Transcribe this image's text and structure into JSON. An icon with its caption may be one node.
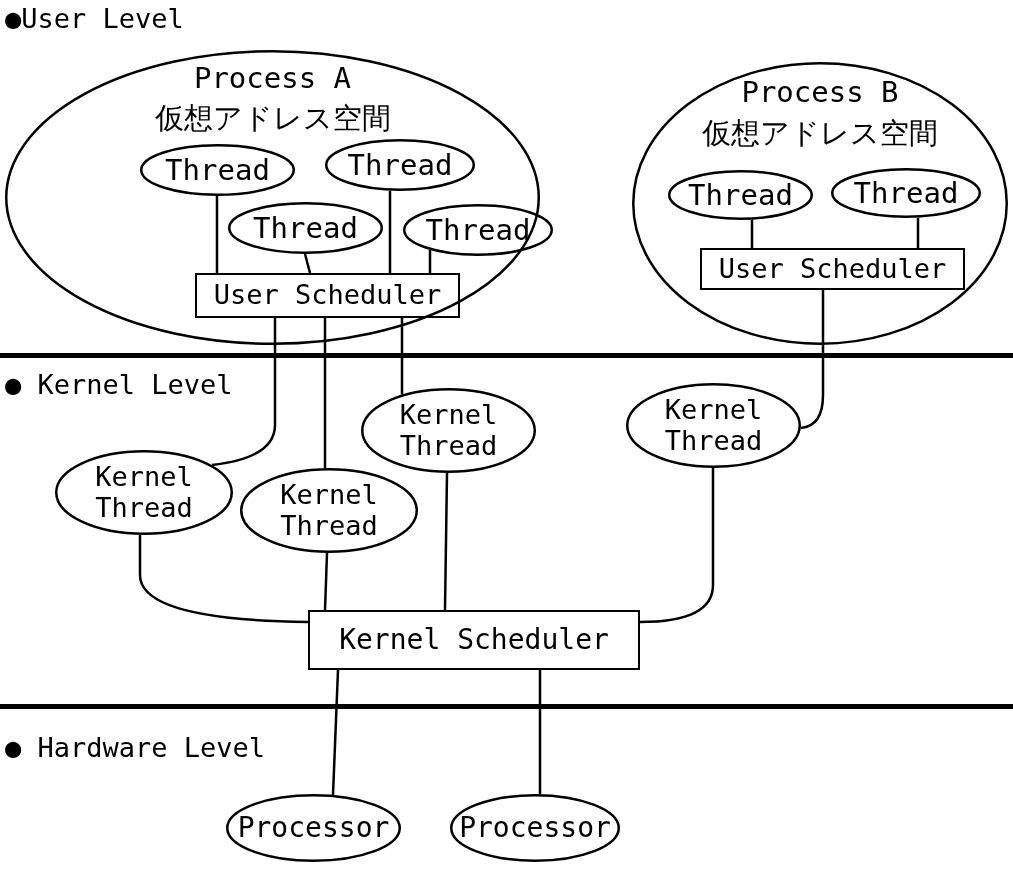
{
  "diagram": {
    "nodes": [
      {
        "text": [
          "Process A",
          "仮想アドレス空間"
        ]
      },
      {
        "text": [
          "Thread"
        ],
        "in": 0
      },
      {
        "text": [
          "Thread"
        ],
        "in": 0
      },
      {
        "text": [
          "Thread"
        ],
        "in": 0
      },
      {
        "text": [
          "Thread"
        ],
        "in": 0
      },
      {
        "text": [
          "User Scheduler"
        ],
        "in": 0
      },
      {
        "text": [
          "Process B",
          "仮想アドレス空間"
        ]
      },
      {
        "text": [
          "Thread"
        ],
        "in": 6
      },
      {
        "text": [
          "Thread"
        ],
        "in": 6
      },
      {
        "text": [
          "User Scheduler"
        ],
        "in": 6
      },
      {
        "text": [
          "Kernel Thread"
        ]
      },
      {
        "text": [
          "Kernel Thread"
        ]
      },
      {
        "text": [
          "Kernel Thread"
        ]
      },
      {
        "text": [
          "Kernel Thread"
        ]
      },
      {
        "text": [
          "Kernel Scheduler"
        ]
      },
      {
        "text": [
          "Processor"
        ]
      },
      {
        "text": [
          "Processor"
        ]
      }
    ],
    "edges": [
      {
        "from": 1,
        "to": 5,
        "arrow": "none"
      },
      {
        "from": 2,
        "to": 5,
        "arrow": "none"
      },
      {
        "from": 3,
        "to": 5,
        "arrow": "none"
      },
      {
        "from": 4,
        "to": 5,
        "arrow": "none"
      },
      {
        "from": 7,
        "to": 9,
        "arrow": "none"
      },
      {
        "from": 8,
        "to": 9,
        "arrow": "none"
      },
      {
        "from": 5,
        "to": 10,
        "arrow": "none"
      },
      {
        "from": 5,
        "to": 11,
        "arrow": "none"
      },
      {
        "from": 5,
        "to": 12,
        "arrow": "none"
      },
      {
        "from": 9,
        "to": 13,
        "arrow": "none"
      },
      {
        "from": 10,
        "to": 14,
        "arrow": "none"
      },
      {
        "from": 11,
        "to": 14,
        "arrow": "none"
      },
      {
        "from": 12,
        "to": 14,
        "arrow": "none"
      },
      {
        "from": 13,
        "to": 14,
        "arrow": "none"
      },
      {
        "from": 14,
        "to": 15,
        "arrow": "none"
      },
      {
        "from": 14,
        "to": 16,
        "arrow": "none"
      }
    ],
    "labels": [
      "●User Level",
      "● Kernel Level",
      "● Hardware Level"
    ]
  }
}
